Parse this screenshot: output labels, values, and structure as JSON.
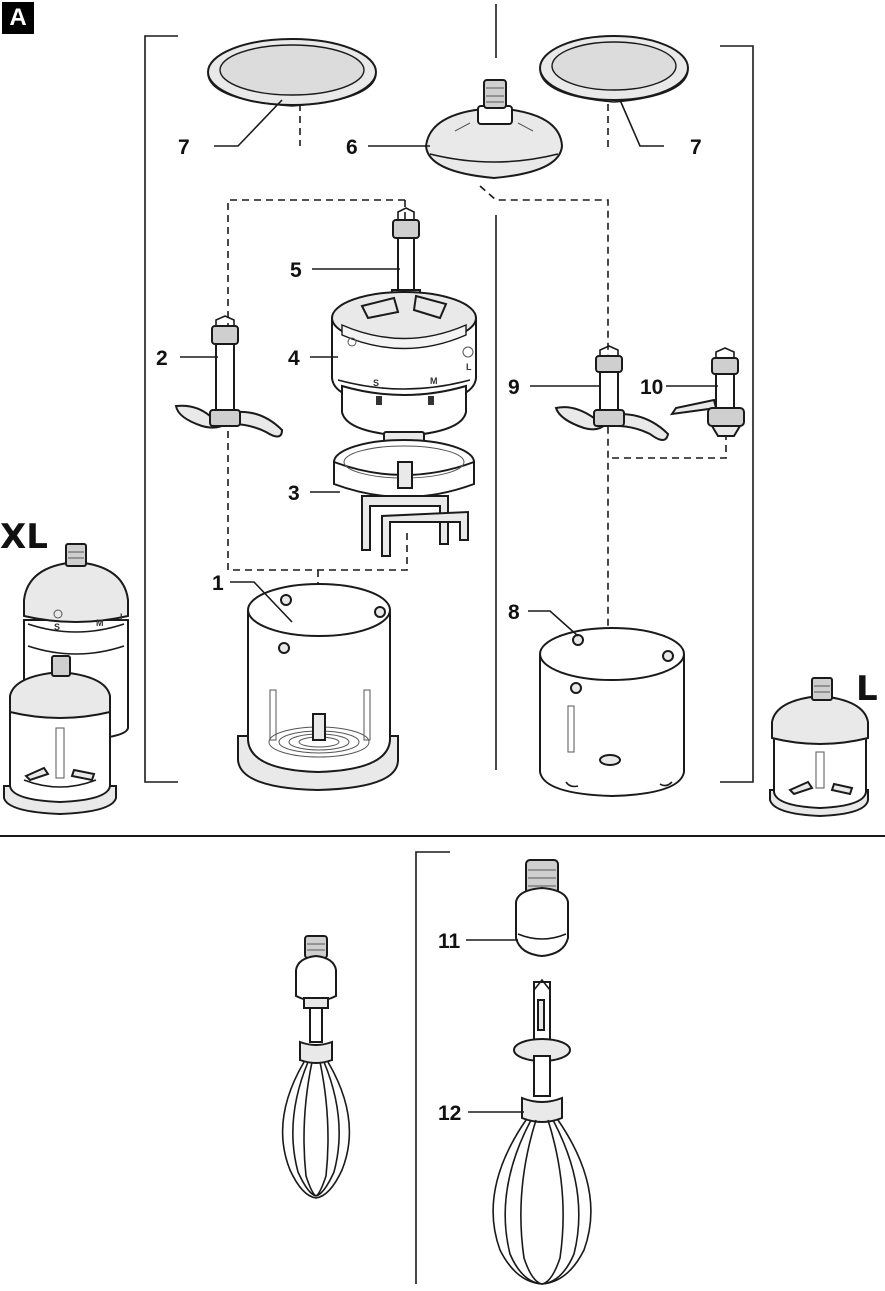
{
  "figure_label": "A",
  "size_labels": {
    "xl": "XL",
    "l": "L"
  },
  "bowl_markings": {
    "s": "S",
    "m": "M",
    "l": "L"
  },
  "callouts": {
    "n1": "1",
    "n2": "2",
    "n3": "3",
    "n4": "4",
    "n5": "5",
    "n6": "6",
    "n7a": "7",
    "n7b": "7",
    "n8": "8",
    "n9": "9",
    "n10": "10",
    "n11": "11",
    "n12": "12"
  },
  "colors": {
    "line": "#1a1a1a",
    "light_fill": "#e9e9e9",
    "mid_fill": "#cfcfcf",
    "background": "#ffffff"
  }
}
